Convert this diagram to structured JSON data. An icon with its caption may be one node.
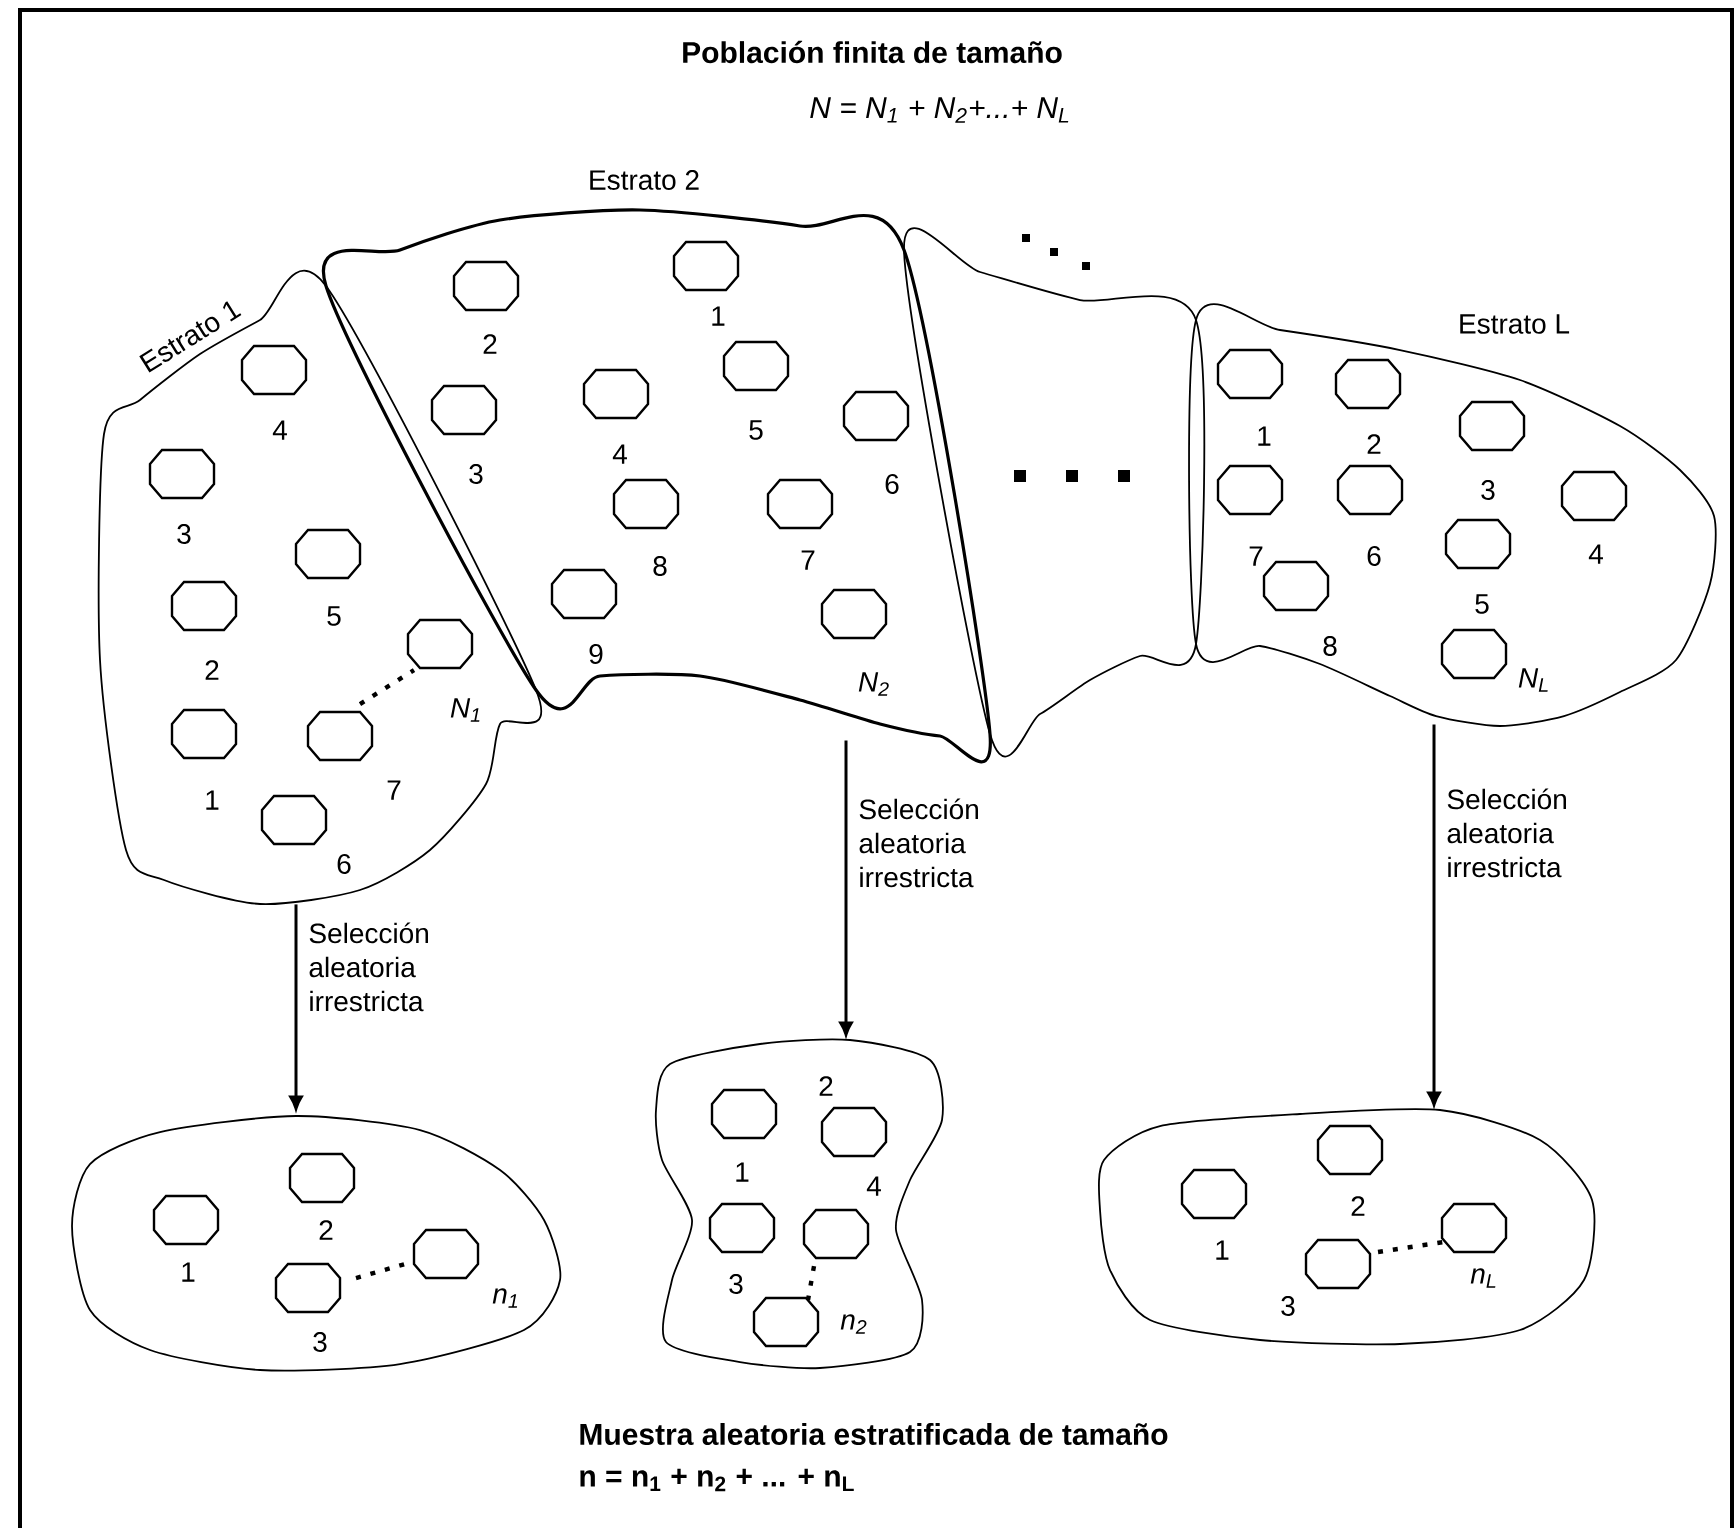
{
  "diagram": {
    "title": "Población finita de tamaño",
    "caption": "Muestra aleatoria estratificada de tamaño",
    "nodes": [
      {
        "text": [
          "Estrato 1",
          "4",
          "3",
          "5",
          "2",
          "1",
          "7",
          "6",
          "N$_{1}$"
        ]
      },
      {
        "text": [
          "Estrato 2",
          "2",
          "1",
          "3",
          "4",
          "5",
          "6",
          "8",
          "7",
          "9",
          "N$_{2}$"
        ]
      },
      {
        "text": [],
        "shape": "box"
      },
      {
        "text": [
          "Estrato L",
          "1",
          "2",
          "3",
          "7",
          "6",
          "4",
          "5",
          "8",
          "N$_{L}$"
        ]
      },
      {
        "text": [
          "2",
          "1",
          "3",
          "n$_{1}$"
        ]
      },
      {
        "text": [
          "2",
          "1",
          "4",
          "3",
          "n$_{2}$"
        ]
      },
      {
        "text": [
          "2",
          "1",
          "3",
          "n$_{L}$"
        ]
      }
    ],
    "edges": [
      {
        "from": 0,
        "to": 4,
        "arrow": "to",
        "label": "Selección aleatoria irrestricta"
      },
      {
        "from": 1,
        "to": 5,
        "arrow": "to",
        "label": "Selección aleatoria irrestricta"
      },
      {
        "from": 3,
        "to": 6,
        "arrow": "to",
        "label": "Selección aleatoria irrestricta"
      }
    ],
    "labels": [
      "N = N$_{1}$ + N$_{2}$+...+ N$_{L}$",
      "n = n$_{1}$ + n$_{2}$ + ... + n$_{L}$"
    ]
  }
}
